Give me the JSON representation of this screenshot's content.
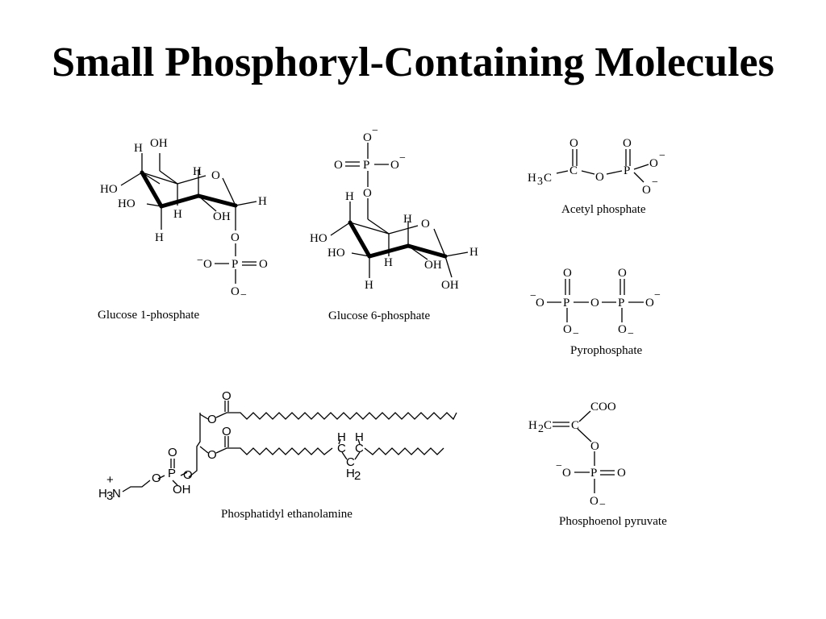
{
  "slide": {
    "title": "Small Phosphoryl-Containing Molecules"
  },
  "molecules": {
    "glucose1p": {
      "caption": "Glucose 1-phosphate",
      "labels": [
        "H",
        "OH",
        "H",
        "O",
        "HO",
        "HO",
        "H",
        "OH",
        "H",
        "H",
        "O",
        "O",
        "P",
        "O",
        "O",
        "−",
        "−"
      ]
    },
    "glucose6p": {
      "caption": "Glucose 6-phosphate",
      "labels": [
        "O",
        "−",
        "O",
        "P",
        "O",
        "−",
        "O",
        "H",
        "H",
        "O",
        "HO",
        "HO",
        "H",
        "OH",
        "H",
        "H",
        "OH"
      ]
    },
    "acetylp": {
      "caption": "Acetyl phosphate",
      "labels": [
        "O",
        "O",
        "H",
        "3",
        "C",
        "C",
        "O",
        "P",
        "O",
        "−",
        "O",
        "−"
      ]
    },
    "pyrophosphate": {
      "caption": "Pyrophosphate",
      "labels": [
        "O",
        "O",
        "−",
        "O",
        "P",
        "O",
        "P",
        "O",
        "−",
        "O",
        "−",
        "O",
        "−"
      ]
    },
    "pe": {
      "caption": "Phosphatidyl ethanolamine",
      "labels": [
        "O",
        "O",
        "O",
        "O",
        "O",
        "P",
        "O",
        "OH",
        "O",
        "+",
        "H",
        "3",
        "N",
        "H",
        "H",
        "C",
        "C",
        "C",
        "H",
        "2"
      ]
    },
    "pep": {
      "caption": "Phosphoenol pyruvate",
      "labels": [
        "COO",
        "H",
        "2",
        "C",
        "C",
        "O",
        "−",
        "O",
        "P",
        "O",
        "O",
        "−"
      ]
    }
  }
}
